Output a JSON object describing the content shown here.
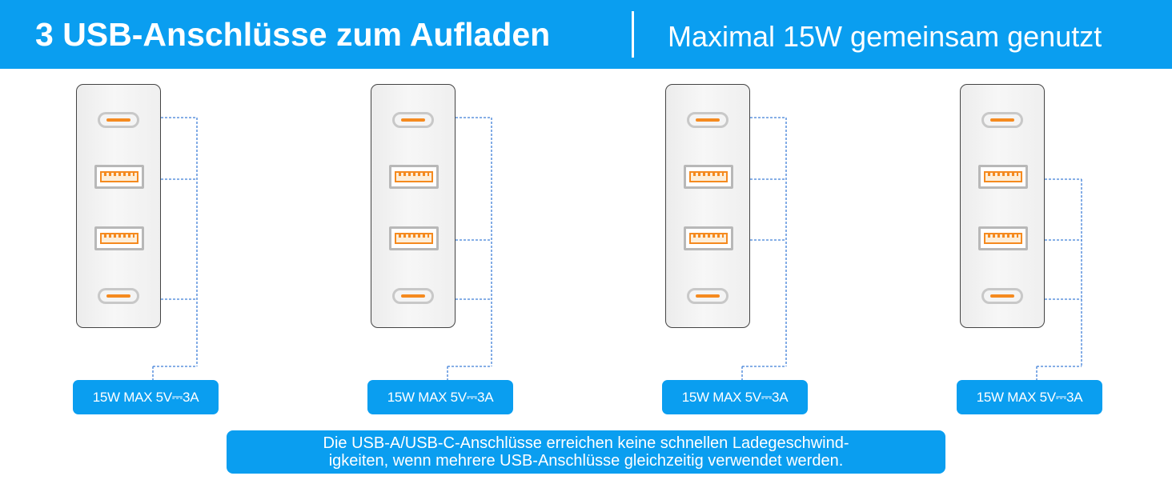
{
  "header": {
    "title": "3 USB-Anschlüsse zum Aufladen",
    "subtitle": "Maximal 15W gemeinsam genutzt"
  },
  "configurations": [
    {
      "badge": "15W MAX 5V⎓3A",
      "active_ports": [
        "usb-c-top",
        "usb-a-upper",
        "usb-c-bottom"
      ]
    },
    {
      "badge": "15W MAX 5V⎓3A",
      "active_ports": [
        "usb-c-top",
        "usb-a-lower",
        "usb-c-bottom"
      ]
    },
    {
      "badge": "15W MAX 5V⎓3A",
      "active_ports": [
        "usb-c-top",
        "usb-a-upper",
        "usb-a-lower"
      ]
    },
    {
      "badge": "15W MAX 5V⎓3A",
      "active_ports": [
        "usb-a-upper",
        "usb-a-lower",
        "usb-c-bottom"
      ]
    }
  ],
  "note": {
    "line1": "Die USB-A/USB-C-Anschlüsse erreichen keine schnellen Ladegeschwind-",
    "line2": "igkeiten, wenn mehrere USB-Anschlüsse gleichzeitig verwendet werden."
  },
  "colors": {
    "accent": "#0a9ef0",
    "port_orange": "#f58a1f",
    "wire": "#3f7fd8"
  },
  "icons": {
    "usb_c": "usb-c-port-icon",
    "usb_a": "usb-a-port-icon"
  }
}
